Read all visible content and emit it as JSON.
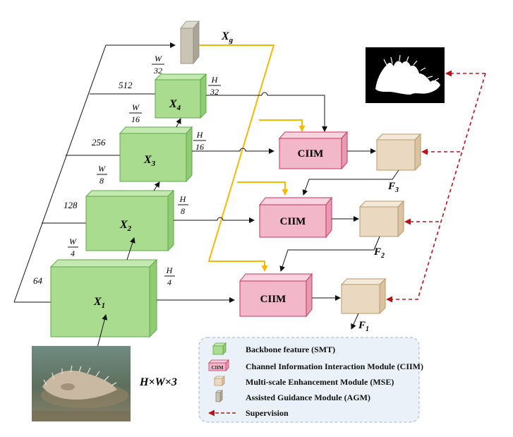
{
  "stages": [
    {
      "id": "X1",
      "base": "X",
      "sub": "1",
      "channels": "64",
      "size_num": "H",
      "size_den": "4",
      "width_num": "W",
      "width_den": "4"
    },
    {
      "id": "X2",
      "base": "X",
      "sub": "2",
      "channels": "128",
      "size_num": "H",
      "size_den": "8",
      "width_num": "W",
      "width_den": "8"
    },
    {
      "id": "X3",
      "base": "X",
      "sub": "3",
      "channels": "256",
      "size_num": "H",
      "size_den": "16",
      "width_num": "W",
      "width_den": "16"
    },
    {
      "id": "X4",
      "base": "X",
      "sub": "4",
      "channels": "512",
      "size_num": "H",
      "size_den": "32",
      "width_num": "W",
      "width_den": "32"
    }
  ],
  "guidance": {
    "base": "X",
    "sub": "g"
  },
  "ciim_label": "CIIM",
  "outputs": [
    {
      "base": "F",
      "sub": "1"
    },
    {
      "base": "F",
      "sub": "2"
    },
    {
      "base": "F",
      "sub": "3"
    }
  ],
  "input_size": "H×W×3",
  "legend": {
    "backbone": "Backbone feature (SMT)",
    "ciim": "Channel Information Interaction Module (CIIM)",
    "ciim_icon": "CIIM",
    "mse": "Multi-scale Enhancement Module (MSE)",
    "agm": "Assisted Guidance Module (AGM)",
    "supervision": "Supervision"
  },
  "colors": {
    "green_front": "#a9dc8f",
    "green_side": "#8fcc73",
    "green_stroke": "#5ea84a",
    "pink_front": "#f2b7c9",
    "pink_stroke": "#c8365f",
    "tan_front": "#ead9c0",
    "tan_stroke": "#b89a6c",
    "gray_front": "#c9c4b4",
    "yellow": "#f5b800",
    "supervision": "#b5121b",
    "legend_bg": "#eaf1f8",
    "legend_border": "#9fb4cc"
  }
}
